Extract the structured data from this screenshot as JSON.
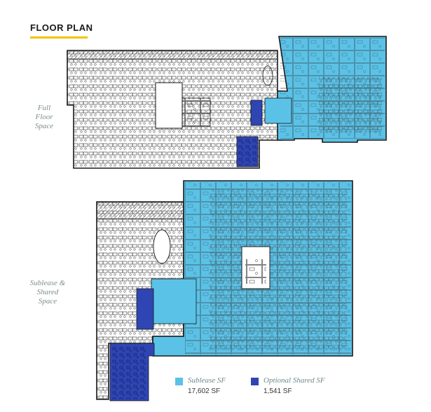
{
  "header": {
    "title": "FLOOR PLAN"
  },
  "labels": {
    "upper": [
      "Full",
      "Floor",
      "Space"
    ],
    "lower": [
      "Sublease &",
      "Shared",
      "Space"
    ]
  },
  "legend": {
    "sublease": {
      "name": "Sublease SF",
      "sf": "17,602 SF"
    },
    "shared": {
      "name": "Optional Shared SF",
      "sf": "1,541 SF"
    }
  },
  "colors": {
    "accent": "#f2c400",
    "sublease": "#5bc2e7",
    "shared": "#2f45b3",
    "wall": "#1a1a1a",
    "label": "#7f8c8c"
  }
}
